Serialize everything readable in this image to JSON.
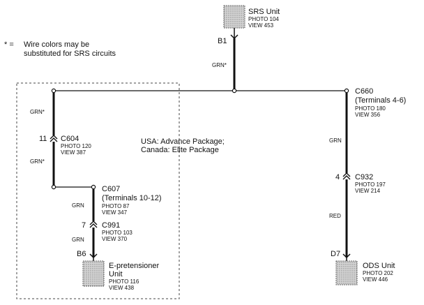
{
  "note": {
    "symbol": "* =",
    "line1": "Wire colors may be",
    "line2": "substituted for SRS circuits"
  },
  "package_label": {
    "line1": "USA: Advance Package;",
    "line2": "Canada: Elite Package"
  },
  "components": {
    "srs_unit": {
      "pin": "B1",
      "name": "SRS Unit",
      "photo": "PHOTO 104",
      "view": "VIEW 453"
    },
    "e_pretensioner": {
      "pin": "B6",
      "name_line1": "E-pretensioner",
      "name_line2": "Unit",
      "photo": "PHOTO 116",
      "view": "VIEW 438"
    },
    "ods_unit": {
      "pin": "D7",
      "name": "ODS Unit",
      "photo": "PHOTO 202",
      "view": "VIEW 446"
    }
  },
  "connectors": {
    "c660": {
      "name": "C660",
      "terminals": "(Terminals 4-6)",
      "photo": "PHOTO 180",
      "view": "VIEW 356"
    },
    "c604": {
      "name": "C604",
      "pin": "11",
      "photo": "PHOTO 120",
      "view": "VIEW 387"
    },
    "c607": {
      "name": "C607",
      "terminals": "(Terminals 10-12)",
      "photo": "PHOTO 87",
      "view": "VIEW 347"
    },
    "c991": {
      "name": "C991",
      "pin": "7",
      "photo": "PHOTO 103",
      "view": "VIEW 370"
    },
    "c932": {
      "name": "C932",
      "pin": "4",
      "photo": "PHOTO 197",
      "view": "VIEW 214"
    }
  },
  "wires": {
    "srs_to_bus": "GRN*",
    "c604_top": "GRN*",
    "c604_bottom": "GRN*",
    "c991_top": "GRN",
    "c991_bottom": "GRN",
    "c932_top": "GRN",
    "c932_bottom": "RED"
  },
  "colors": {
    "wire": "#111111",
    "component_fill": "#bdbdbd",
    "dashed_box": "#444444"
  }
}
